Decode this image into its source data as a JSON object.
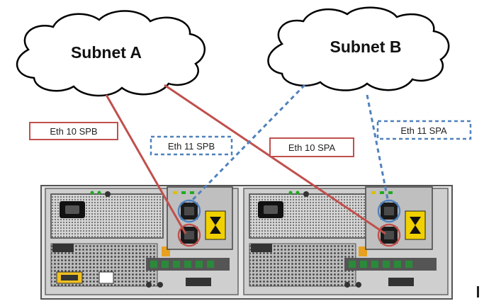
{
  "clouds": {
    "a": {
      "label": "Subnet A"
    },
    "b": {
      "label": "Subnet B"
    }
  },
  "links": [
    {
      "label": "Eth 10 SPB",
      "from": "Subnet A",
      "to": "SPB port (bottom)",
      "style": "solid",
      "color": "#c0504d"
    },
    {
      "label": "Eth 11 SPB",
      "from": "Subnet B",
      "to": "SPB port (top)",
      "style": "dashed",
      "color": "#4f81bd"
    },
    {
      "label": "Eth 10 SPA",
      "from": "Subnet A",
      "to": "SPA port (bottom)",
      "style": "solid",
      "color": "#c0504d"
    },
    {
      "label": "Eth 11 SPA",
      "from": "Subnet B",
      "to": "SPA port (top)",
      "style": "dashed",
      "color": "#4f81bd"
    }
  ],
  "colors": {
    "red_link": "#c0504d",
    "blue_link": "#4f81bd",
    "chassis": "#7a7a7a",
    "chassis_dark": "#2a2a2a",
    "accent_orange": "#e8a020",
    "warning_yellow": "#f0d000"
  }
}
